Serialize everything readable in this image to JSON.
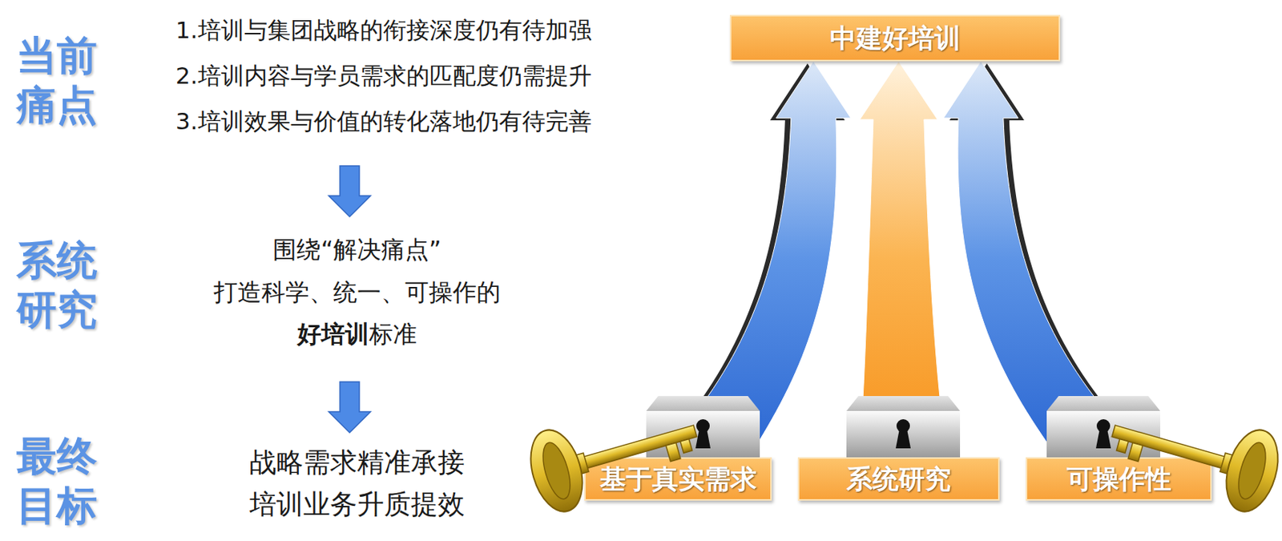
{
  "diagram": {
    "nodes": [
      {
        "text": [
          "中建好培训"
        ]
      },
      {
        "text": [
          "基于真实需求"
        ]
      },
      {
        "text": [
          "系统研究"
        ]
      },
      {
        "text": [
          "可操作性"
        ]
      }
    ],
    "edges": [
      {
        "from": 1,
        "to": 0,
        "arrow": "to"
      },
      {
        "from": 2,
        "to": 0,
        "arrow": "to"
      },
      {
        "from": 3,
        "to": 0,
        "arrow": "to"
      }
    ],
    "labels": [
      "当前 痛点",
      "1.培训与集团战略的衔接深度仍有待加强",
      "2.培训内容与学员需求的匹配度仍需提升",
      "3.培训效果与价值的转化落地仍有待完善",
      "系统 研究",
      "围绕“解决痛点”",
      "打造科学、统一、可操作的",
      "好培训",
      "标准",
      "最终 目标",
      "战略需求精准承接",
      "培训业务升质提效"
    ]
  }
}
